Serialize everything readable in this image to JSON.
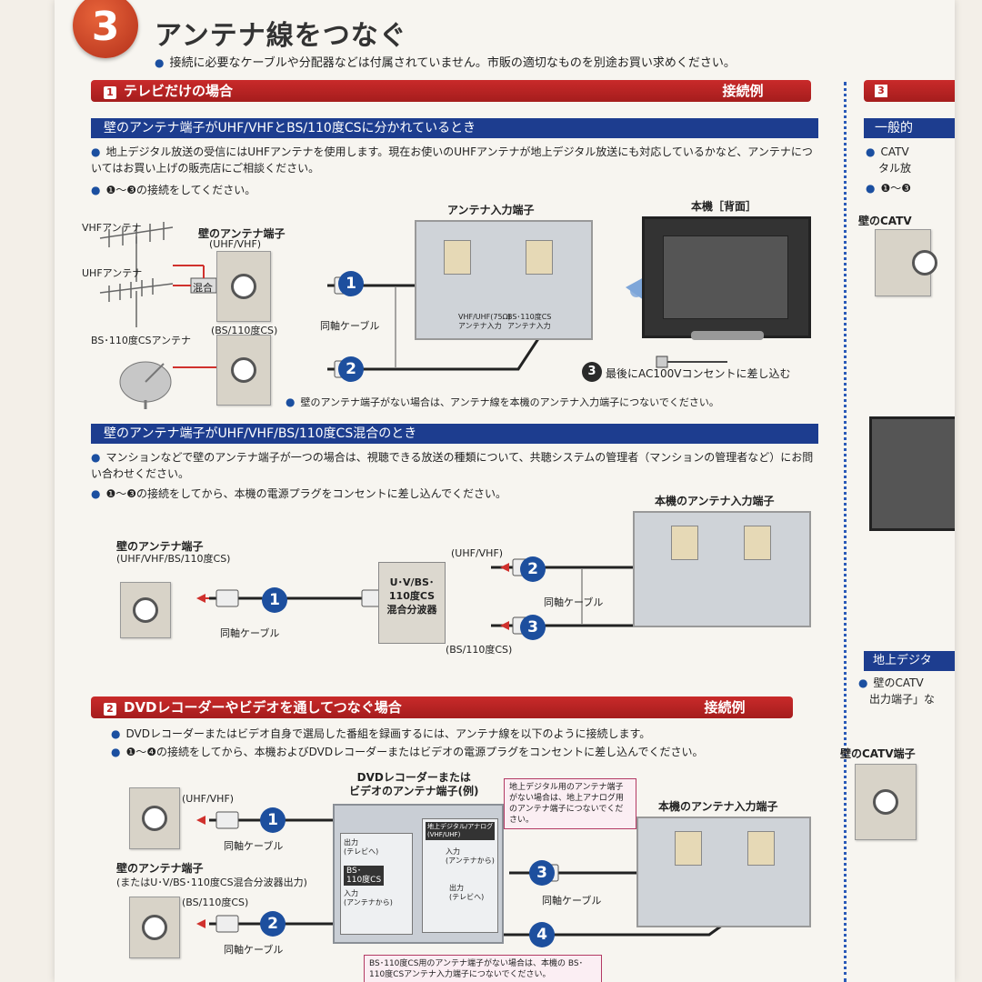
{
  "step": {
    "number": "3",
    "title": "アンテナ線をつなぐ",
    "note": "接続に必要なケーブルや分配器などは付属されていません。市販の適切なものを別途お買い求めください。"
  },
  "section1": {
    "banner": {
      "num": "1",
      "label": "テレビだけの場合",
      "tag": "接続例"
    },
    "sub1": {
      "heading": "壁のアンテナ端子がUHF/VHFとBS/110度CSに分かれているとき",
      "bullet1": "地上デジタル放送の受信にはUHFアンテナを使用します。現在お使いのUHFアンテナが地上デジタル放送にも対応しているかなど、アンテナについてはお買い上げの販売店にご相談ください。",
      "bullet2": "❶～❸の接続をしてください。",
      "labels": {
        "vhf_antenna": "VHFアンテナ",
        "uhf_antenna": "UHFアンテナ",
        "mix": "混合",
        "wall_terminal": "壁のアンテナ端子",
        "uhf_vhf": "(UHF/VHF)",
        "bs_cs": "(BS/110度CS)",
        "bs_antenna": "BS･110度CSアンテナ",
        "coax": "同軸ケーブル",
        "input_terminal": "アンテナ入力端子",
        "unit_back": "本機［背面］",
        "port_left": "VHF/UHF(75Ω)\nアンテナ入力",
        "port_right": "BS･110度CS\nアンテナ入力",
        "step3": "最後にAC100Vコンセントに差し込む",
        "footnote": "壁のアンテナ端子がない場合は、アンテナ線を本機のアンテナ入力端子につないでください。"
      }
    },
    "sub2": {
      "heading": "壁のアンテナ端子がUHF/VHF/BS/110度CS混合のとき",
      "bullet1": "マンションなどで壁のアンテナ端子が一つの場合は、視聴できる放送の種類について、共聴システムの管理者（マンションの管理者など）にお問い合わせください。",
      "bullet2": "❶～❸の接続をしてから、本機の電源プラグをコンセントに差し込んでください。",
      "labels": {
        "unit_input": "本機のアンテナ入力端子",
        "wall_terminal": "壁のアンテナ端子",
        "wall_sub": "(UHF/VHF/BS/110度CS)",
        "splitter": "U･V/BS･\n110度CS\n混合分波器",
        "uhf_vhf": "(UHF/VHF)",
        "bs_cs": "(BS/110度CS)",
        "coax_a": "同軸ケーブル",
        "coax_b": "同軸ケーブル"
      }
    }
  },
  "section2": {
    "banner": {
      "num": "2",
      "label": "DVDレコーダーやビデオを通してつなぐ場合",
      "tag": "接続例"
    },
    "bullet1": "DVDレコーダーまたはビデオ自身で選局した番組を録画するには、アンテナ線を以下のように接続します。",
    "bullet2": "❶～❹の接続をしてから、本機およびDVDレコーダーまたはビデオの電源プラグをコンセントに差し込んでください。",
    "labels": {
      "dvd_title": "DVDレコーダーまたは\nビデオのアンテナ端子(例)",
      "callout": "地上デジタル用のアンテナ端子がない場合は、地上アナログ用のアンテナ端子につないでください。",
      "unit_input": "本機のアンテナ入力端子",
      "uhf_vhf": "(UHF/VHF)",
      "coax1": "同軸ケーブル",
      "wall_terminal": "壁のアンテナ端子",
      "wall_sub": "(またはU･V/BS･110度CS混合分波器出力)",
      "bs_cs": "(BS/110度CS)",
      "coax2": "同軸ケーブル",
      "coax3": "同軸ケーブル",
      "out_tv": "出力\n(テレビへ)",
      "bs_box": "BS･\n110度CS",
      "in_ant": "入力\n(アンテナから)",
      "digital_in": "地上デジタル/アナログ\n(VHF/UHF)",
      "in_ant2": "入力\n(アンテナから)",
      "out_tv2": "出力\n(テレビへ)",
      "bottom_note": "BS･110度CS用のアンテナ端子がない場合は、本機の BS･110度CSアンテナ入力端子につないでください。"
    }
  },
  "right_column": {
    "banner_num": "3",
    "tag": "一般的",
    "line1": "CATV",
    "line2": "タル放",
    "line3": "❶～❸",
    "catv_terminal": "壁のCATV",
    "digital_banner": "地上デジタ",
    "line4": "壁のCATV",
    "line5": "出力端子」な",
    "catv_terminal2": "壁のCATV端子"
  },
  "numbers": {
    "n1": "1",
    "n2": "2",
    "n3": "3",
    "n4": "4"
  },
  "colors": {
    "banner_red": "#b22222",
    "banner_blue": "#1d3d8f",
    "circle_blue": "#1d4f9e",
    "arrow_red": "#d0312d",
    "accent_orange": "#c94525"
  }
}
